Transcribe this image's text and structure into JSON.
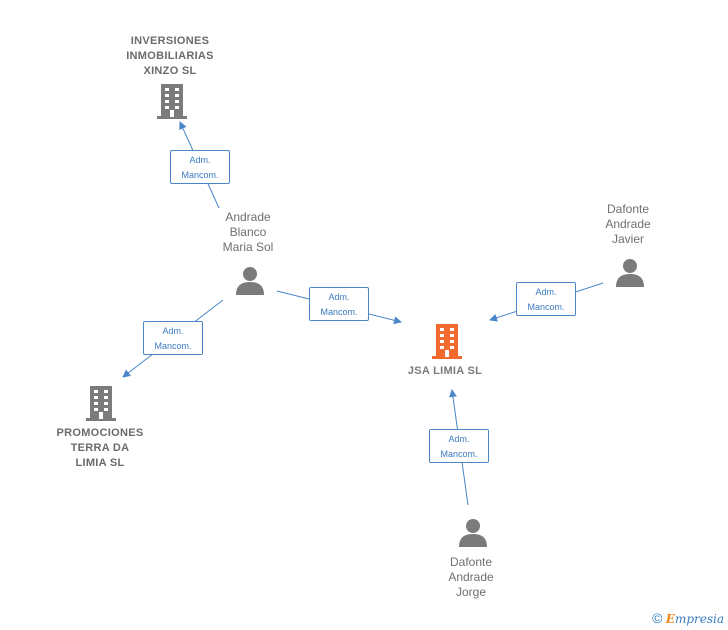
{
  "colors": {
    "edge": "#4a86c8",
    "company_icon": "#7b7b7b",
    "focus_company_icon": "#f26a2e",
    "person_icon": "#7b7b7b"
  },
  "nodes": {
    "inversiones": {
      "label": "INVERSIONES\nINMOBILIARIAS\nXINZO  SL",
      "icon": "building-icon"
    },
    "promociones": {
      "label": "PROMOCIONES\nTERRA DA\nLIMIA SL",
      "icon": "building-icon"
    },
    "jsa": {
      "label": "JSA LIMIA  SL",
      "icon": "building-icon"
    },
    "andrade": {
      "label": "Andrade\nBlanco\nMaria Sol",
      "icon": "person-icon"
    },
    "dafonte_javier": {
      "label": "Dafonte\nAndrade\nJavier",
      "icon": "person-icon"
    },
    "dafonte_jorge": {
      "label": "Dafonte\nAndrade\nJorge",
      "icon": "person-icon"
    }
  },
  "edges": [
    {
      "from": "andrade",
      "to": "inversiones",
      "label": "Adm.\nMancom."
    },
    {
      "from": "andrade",
      "to": "promociones",
      "label": "Adm.\nMancom."
    },
    {
      "from": "andrade",
      "to": "jsa",
      "label": "Adm.\nMancom."
    },
    {
      "from": "dafonte_javier",
      "to": "jsa",
      "label": "Adm.\nMancom."
    },
    {
      "from": "dafonte_jorge",
      "to": "jsa",
      "label": "Adm.\nMancom."
    }
  ],
  "footer": {
    "copyright": "©",
    "brand_initial": "E",
    "brand_rest": "mpresia"
  }
}
